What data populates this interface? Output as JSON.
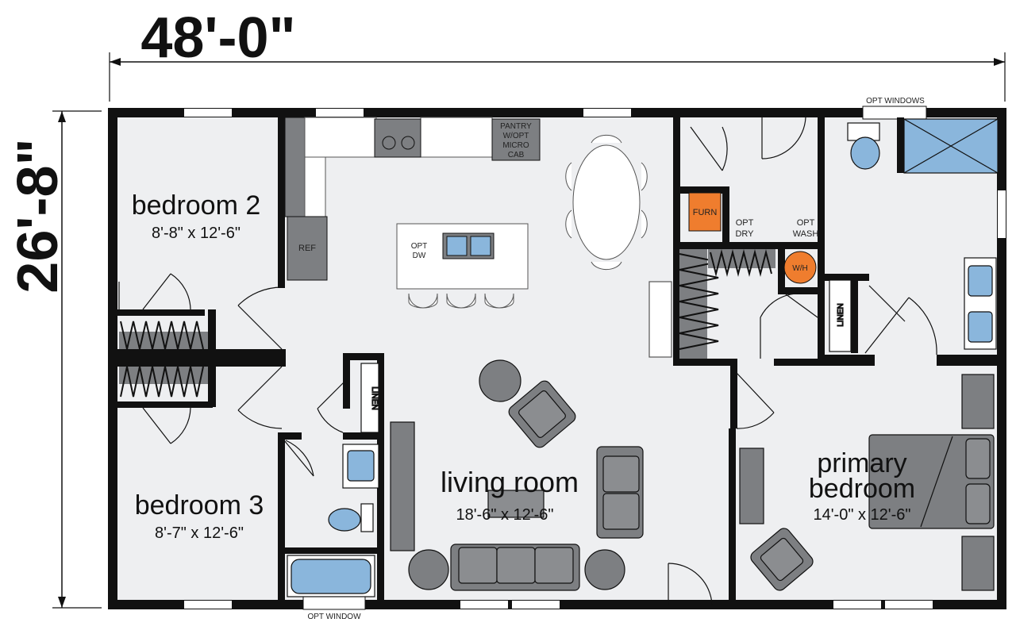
{
  "dimensions": {
    "width": "48'-0\"",
    "depth": "26'-8\""
  },
  "rooms": {
    "bedroom2": {
      "name": "bedroom 2",
      "size": "8'-8\" x 12'-6\""
    },
    "bedroom3": {
      "name": "bedroom 3",
      "size": "8'-7\"  x 12'-6\""
    },
    "living": {
      "name": "living room",
      "size": "18'-6\" x 12'-6\""
    },
    "primary": {
      "name_line1": "primary",
      "name_line2": "bedroom",
      "size": "14'-0\" x 12'-6\""
    }
  },
  "labels": {
    "pantry": [
      "PANTRY",
      "W/OPT",
      "MICRO",
      "CAB"
    ],
    "ref": "REF",
    "opt_dw": [
      "OPT",
      "DW"
    ],
    "furn": "FURN",
    "opt_dry": [
      "OPT",
      "DRY"
    ],
    "opt_wash": [
      "OPT",
      "WASH"
    ],
    "wh": "W/H",
    "linen_hall": "LINEN",
    "linen_bath": "LINEN",
    "opt_windows": "OPT WINDOWS",
    "opt_window": "OPT WINDOW"
  },
  "colors": {
    "wall": "#111111",
    "floor": "#eeeff1",
    "furniture": "#7d7f82",
    "fixture": "#8ab6dc",
    "furnace": "#ef7d2e",
    "water_heater": "#ef7d2e"
  }
}
